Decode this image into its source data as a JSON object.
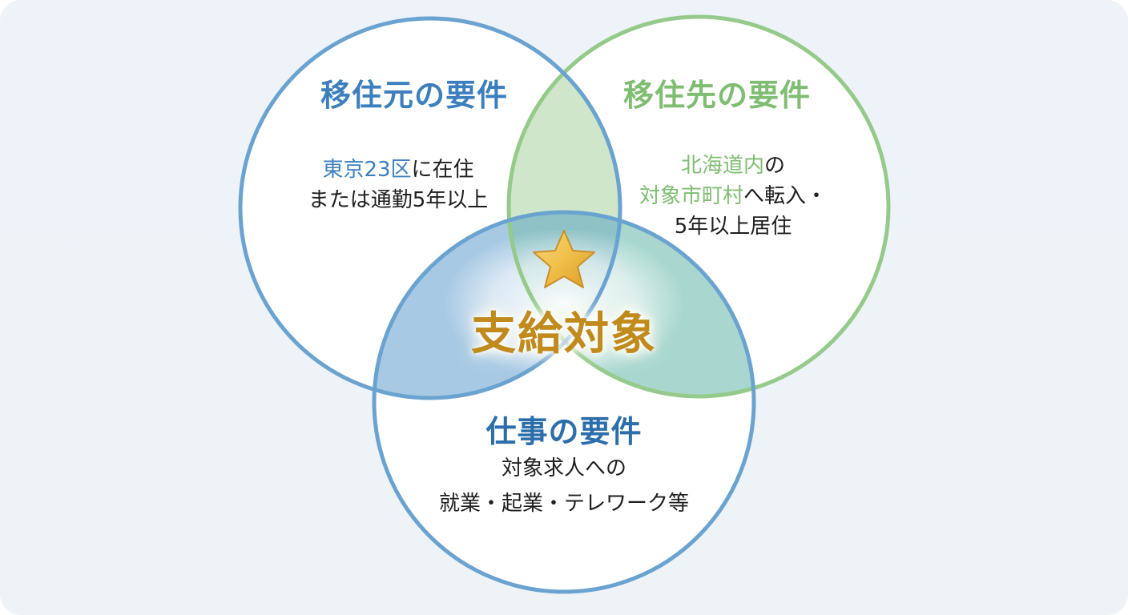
{
  "diagram": {
    "type": "venn-3",
    "colors": {
      "background": "#eef3f8",
      "blue": "#6aa3d0",
      "blue_title": "#3d7fbc",
      "green": "#95ca8a",
      "green_title": "#7fbd72",
      "job_title": "#2c6ea9",
      "center": "#c08a1c",
      "star": "#f0c24e",
      "text": "#1e1e1e"
    },
    "circles": [
      {
        "id": "origin",
        "title": "移住元の要件",
        "body_highlight": "東京23区",
        "body_line1_rest": "に在住",
        "body_line2": "または通勤5年以上"
      },
      {
        "id": "destination",
        "title": "移住先の要件",
        "body_highlight1": "北海道内",
        "body_line1_rest": "の",
        "body_highlight2": "対象市町村",
        "body_line2_rest": "へ転入・",
        "body_line3": "5年以上居住"
      },
      {
        "id": "job",
        "title": "仕事の要件",
        "body_line1": "対象求人への",
        "body_line2": "就業・起業・テレワーク等"
      }
    ],
    "center": {
      "icon": "star-icon",
      "label": "支給対象"
    }
  }
}
